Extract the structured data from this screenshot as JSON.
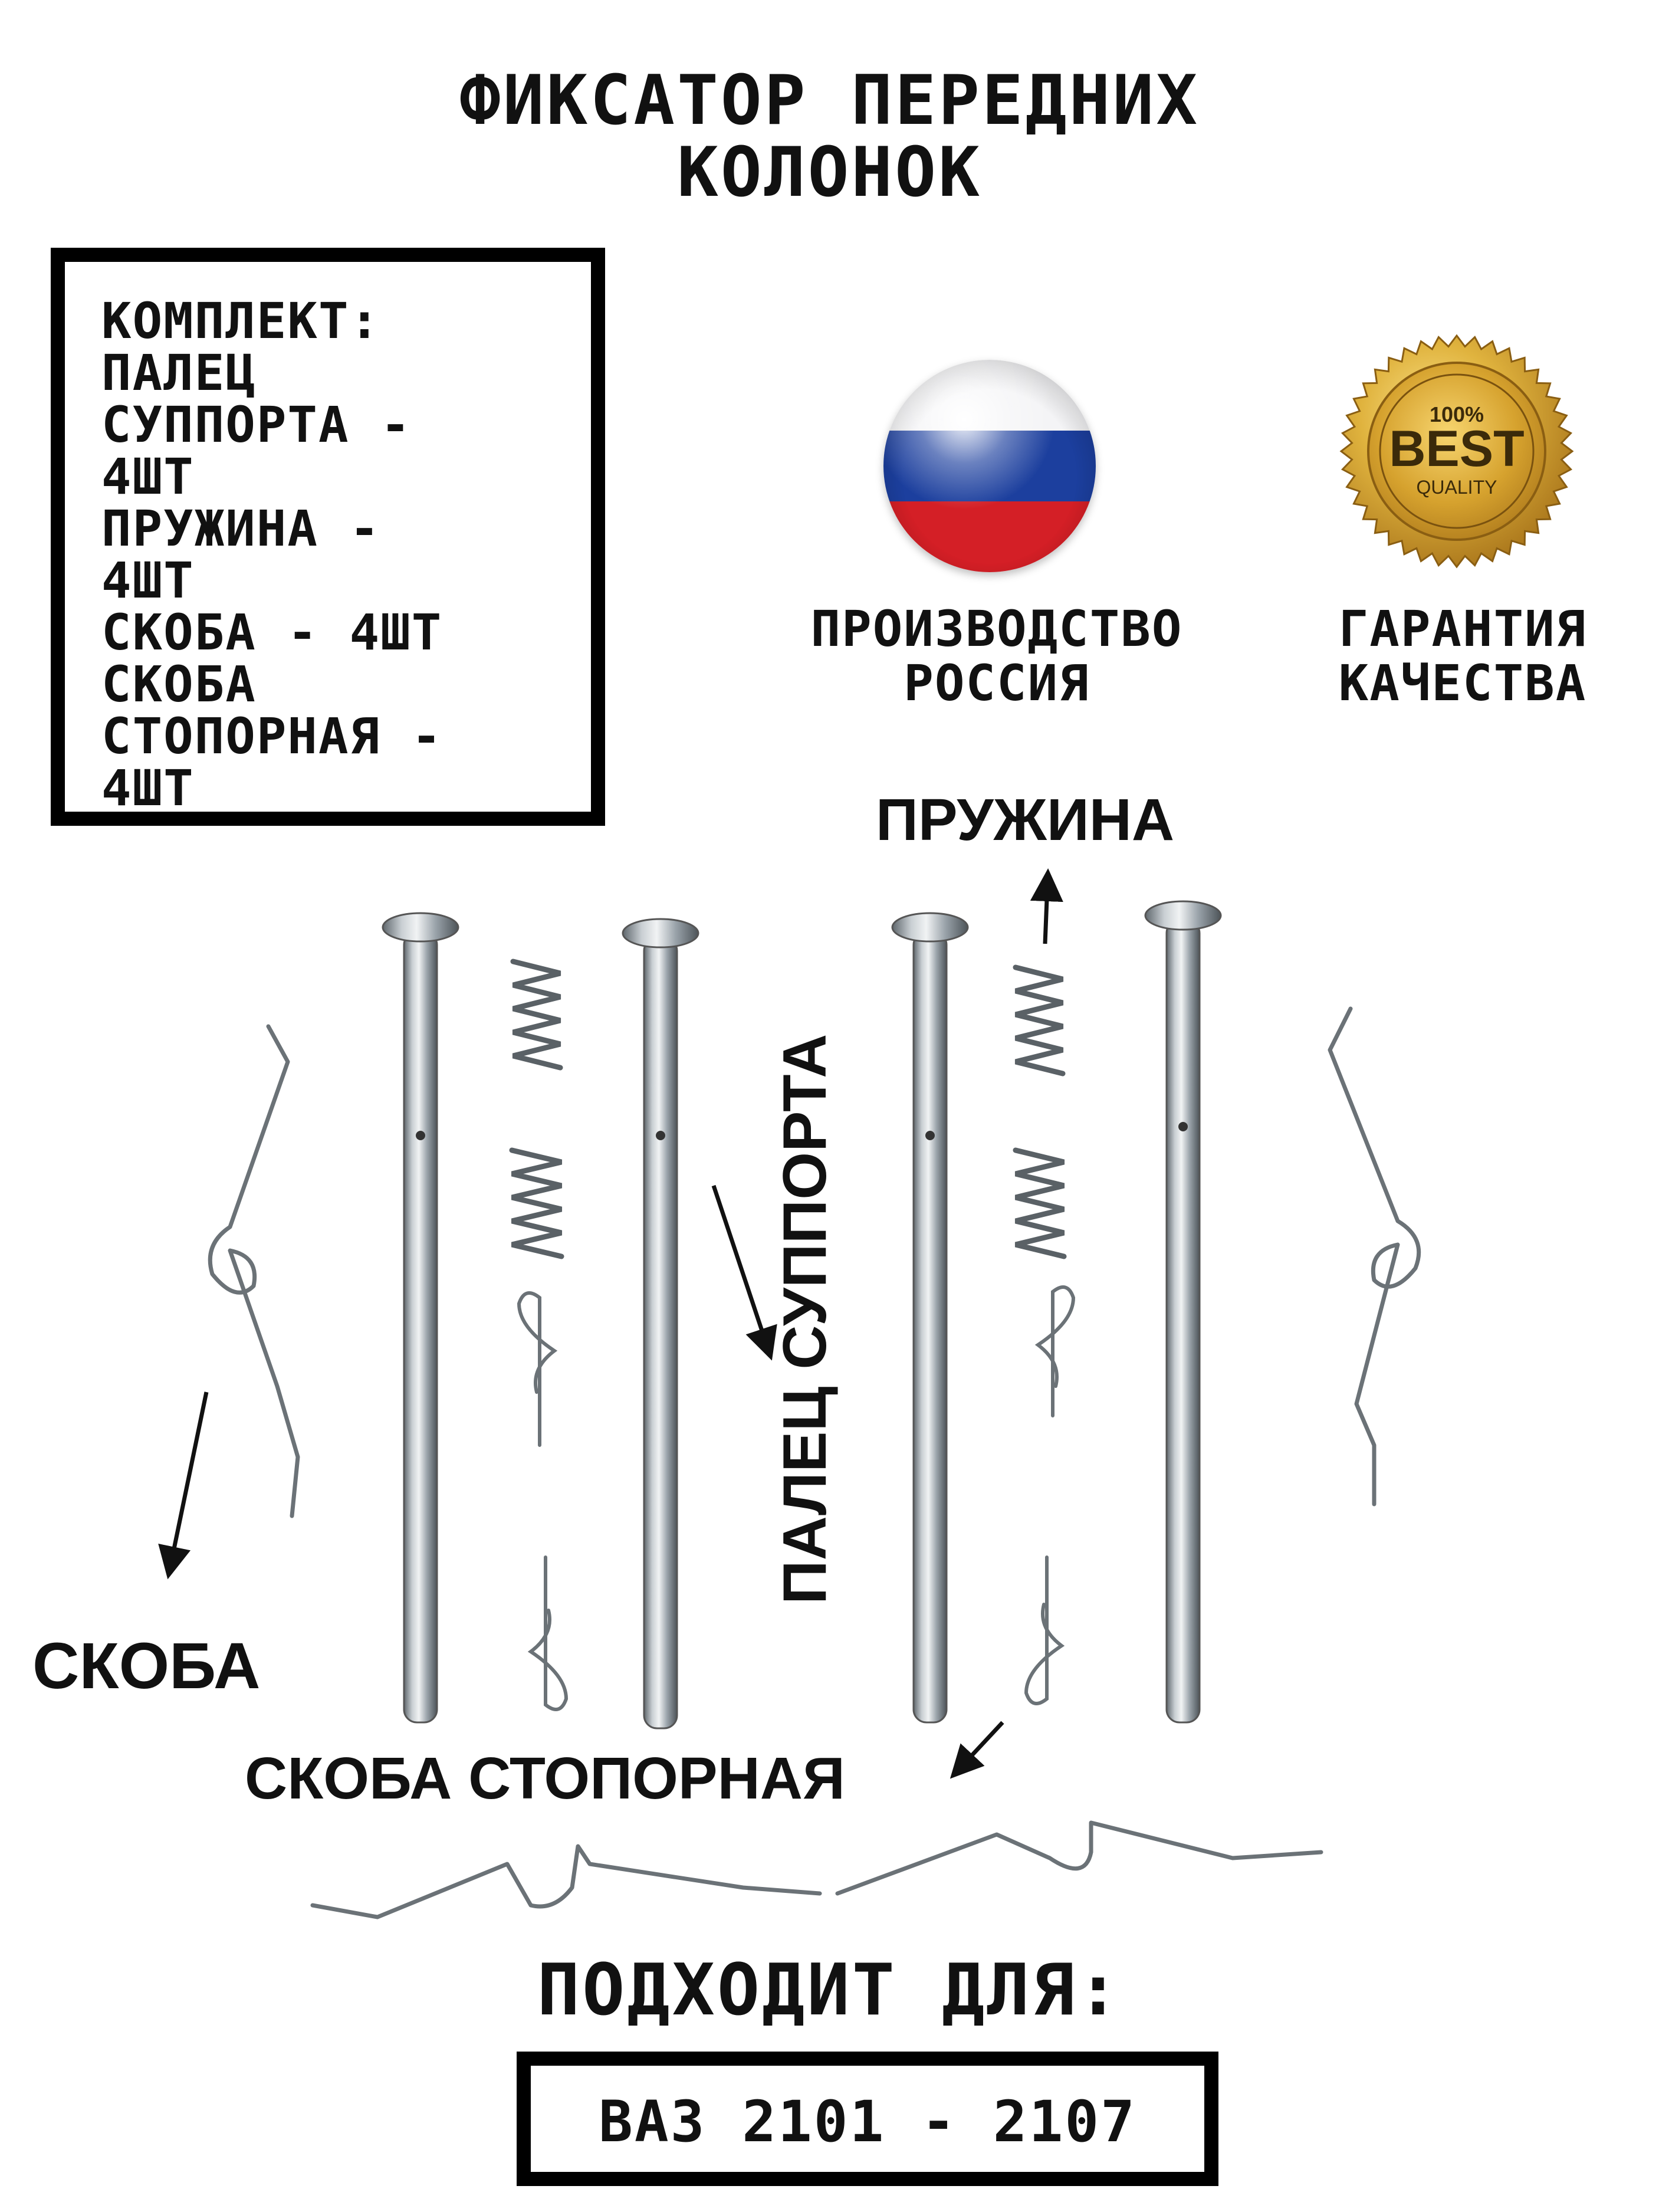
{
  "title": {
    "line1": "ФИКСАТОР ПЕРЕДНИХ",
    "line2": "КОЛОНОК"
  },
  "kit": {
    "lines": [
      "КОМПЛЕКТ:",
      "ПАЛЕЦ",
      "СУППОРТА -",
      "4ШТ",
      "ПРУЖИНА -",
      "4ШТ",
      "СКОБА - 4ШТ",
      "СКОБА",
      "СТОПОРНАЯ -",
      "4ШТ"
    ]
  },
  "badges": {
    "origin_line1": "ПРОИЗВОДСТВО",
    "origin_line2": "РОССИЯ",
    "quality_line1": "ГАРАНТИЯ",
    "quality_line2": "КАЧЕСТВА",
    "seal_top": "100%",
    "seal_main": "BEST",
    "seal_bottom": "QUALITY"
  },
  "labels": {
    "spring": "ПРУЖИНА",
    "pin": "ПАЛЕЦ СУППОРТА",
    "clip": "СКОБА",
    "lock_clip": "СКОБА СТОПОРНАЯ"
  },
  "fits": {
    "heading": "ПОДХОДИТ ДЛЯ:",
    "model": "ВАЗ 2101 - 2107"
  },
  "colors": {
    "flag_white": "#f4f4f6",
    "flag_blue": "#1c3f9e",
    "flag_red": "#d41f26",
    "gold": "#d4a52c",
    "metal": "#9aa3aa"
  }
}
